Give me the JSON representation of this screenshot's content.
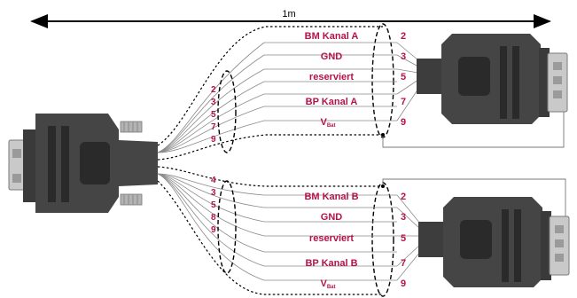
{
  "measurement": {
    "length_label": "1m"
  },
  "left_connector": {
    "pins_group_a": [
      "2",
      "3",
      "5",
      "7",
      "9"
    ],
    "pins_group_b": [
      "4",
      "3",
      "5",
      "8",
      "9"
    ]
  },
  "branch_a": {
    "signals": [
      {
        "label": "BM  Kanal A",
        "pin": "2"
      },
      {
        "label": "GND",
        "pin": "3"
      },
      {
        "label": "reserviert",
        "pin": "5"
      },
      {
        "label": "BP Kanal A",
        "pin": "7"
      },
      {
        "label": "V",
        "sub": "Bat",
        "pin": "9"
      }
    ]
  },
  "branch_b": {
    "signals": [
      {
        "label": "BM  Kanal B",
        "pin": "2"
      },
      {
        "label": "GND",
        "pin": "3"
      },
      {
        "label": "reserviert",
        "pin": "5"
      },
      {
        "label": "BP Kanal B",
        "pin": "7"
      },
      {
        "label": "V",
        "sub": "Bat",
        "pin": "9"
      }
    ]
  },
  "colors": {
    "label": "#b5134b",
    "connector_body": "#454545",
    "connector_dark": "#2a2a2a",
    "connector_metal": "#b3b3b3"
  }
}
